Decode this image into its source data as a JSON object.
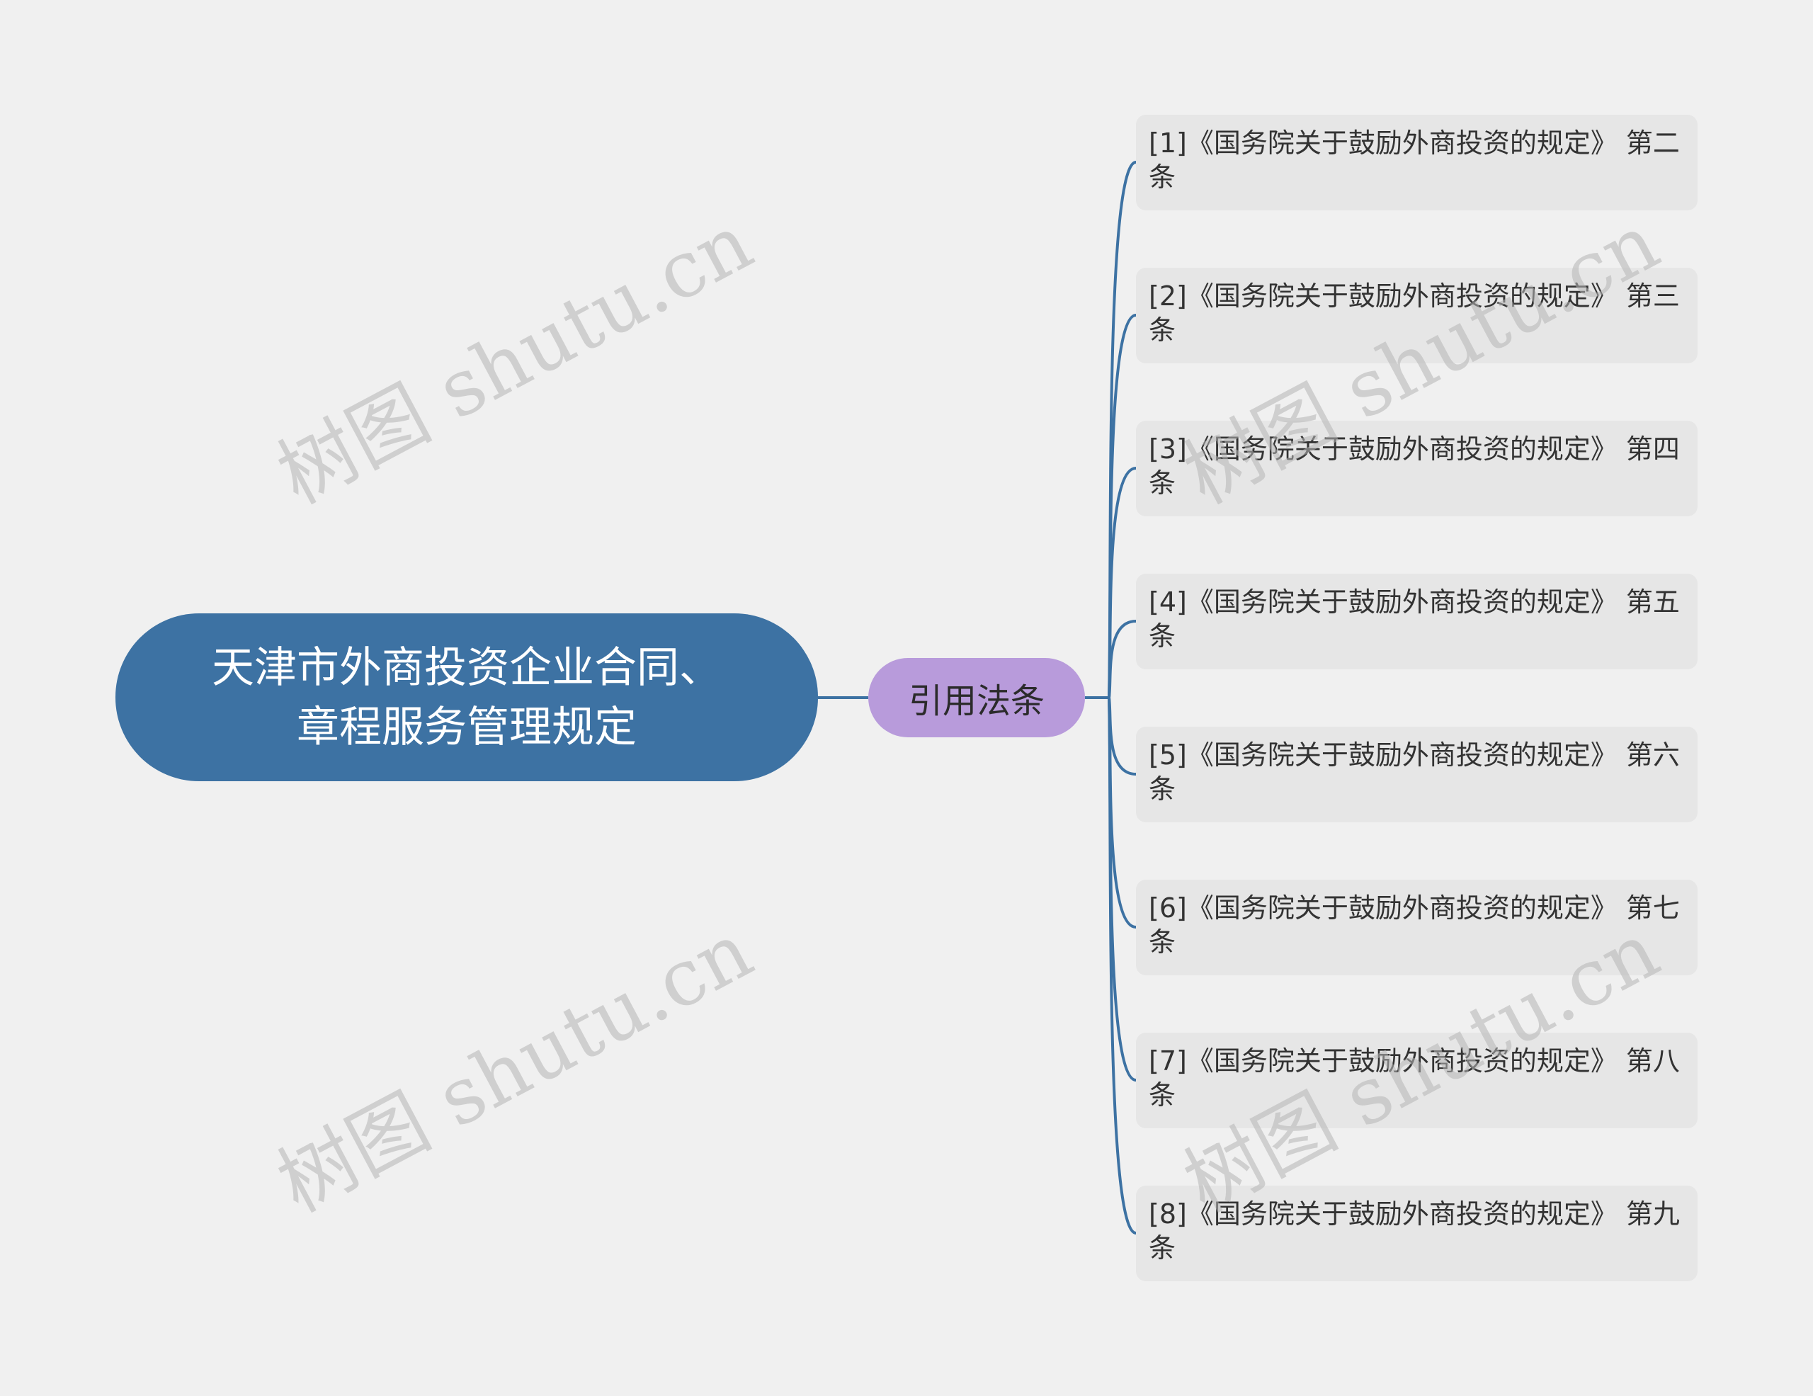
{
  "root": {
    "title": "天津市外商投资企业合同、章程服务管理规定"
  },
  "branch": {
    "label": "引用法条"
  },
  "leaves": [
    "[1]《国务院关于鼓励外商投资的规定》 第二条",
    "[2]《国务院关于鼓励外商投资的规定》 第三条",
    "[3]《国务院关于鼓励外商投资的规定》 第四条",
    "[4]《国务院关于鼓励外商投资的规定》 第五条",
    "[5]《国务院关于鼓励外商投资的规定》 第六条",
    "[6]《国务院关于鼓励外商投资的规定》 第七条",
    "[7]《国务院关于鼓励外商投资的规定》 第八条",
    "[8]《国务院关于鼓励外商投资的规定》 第九条"
  ],
  "watermark": {
    "text": "树图 shutu.cn"
  },
  "colors": {
    "background": "#f0f0f0",
    "root_fill": "#3d72a3",
    "branch_fill": "#b89bdb",
    "leaf_fill": "#e6e6e6",
    "connector": "#3d72a3"
  }
}
